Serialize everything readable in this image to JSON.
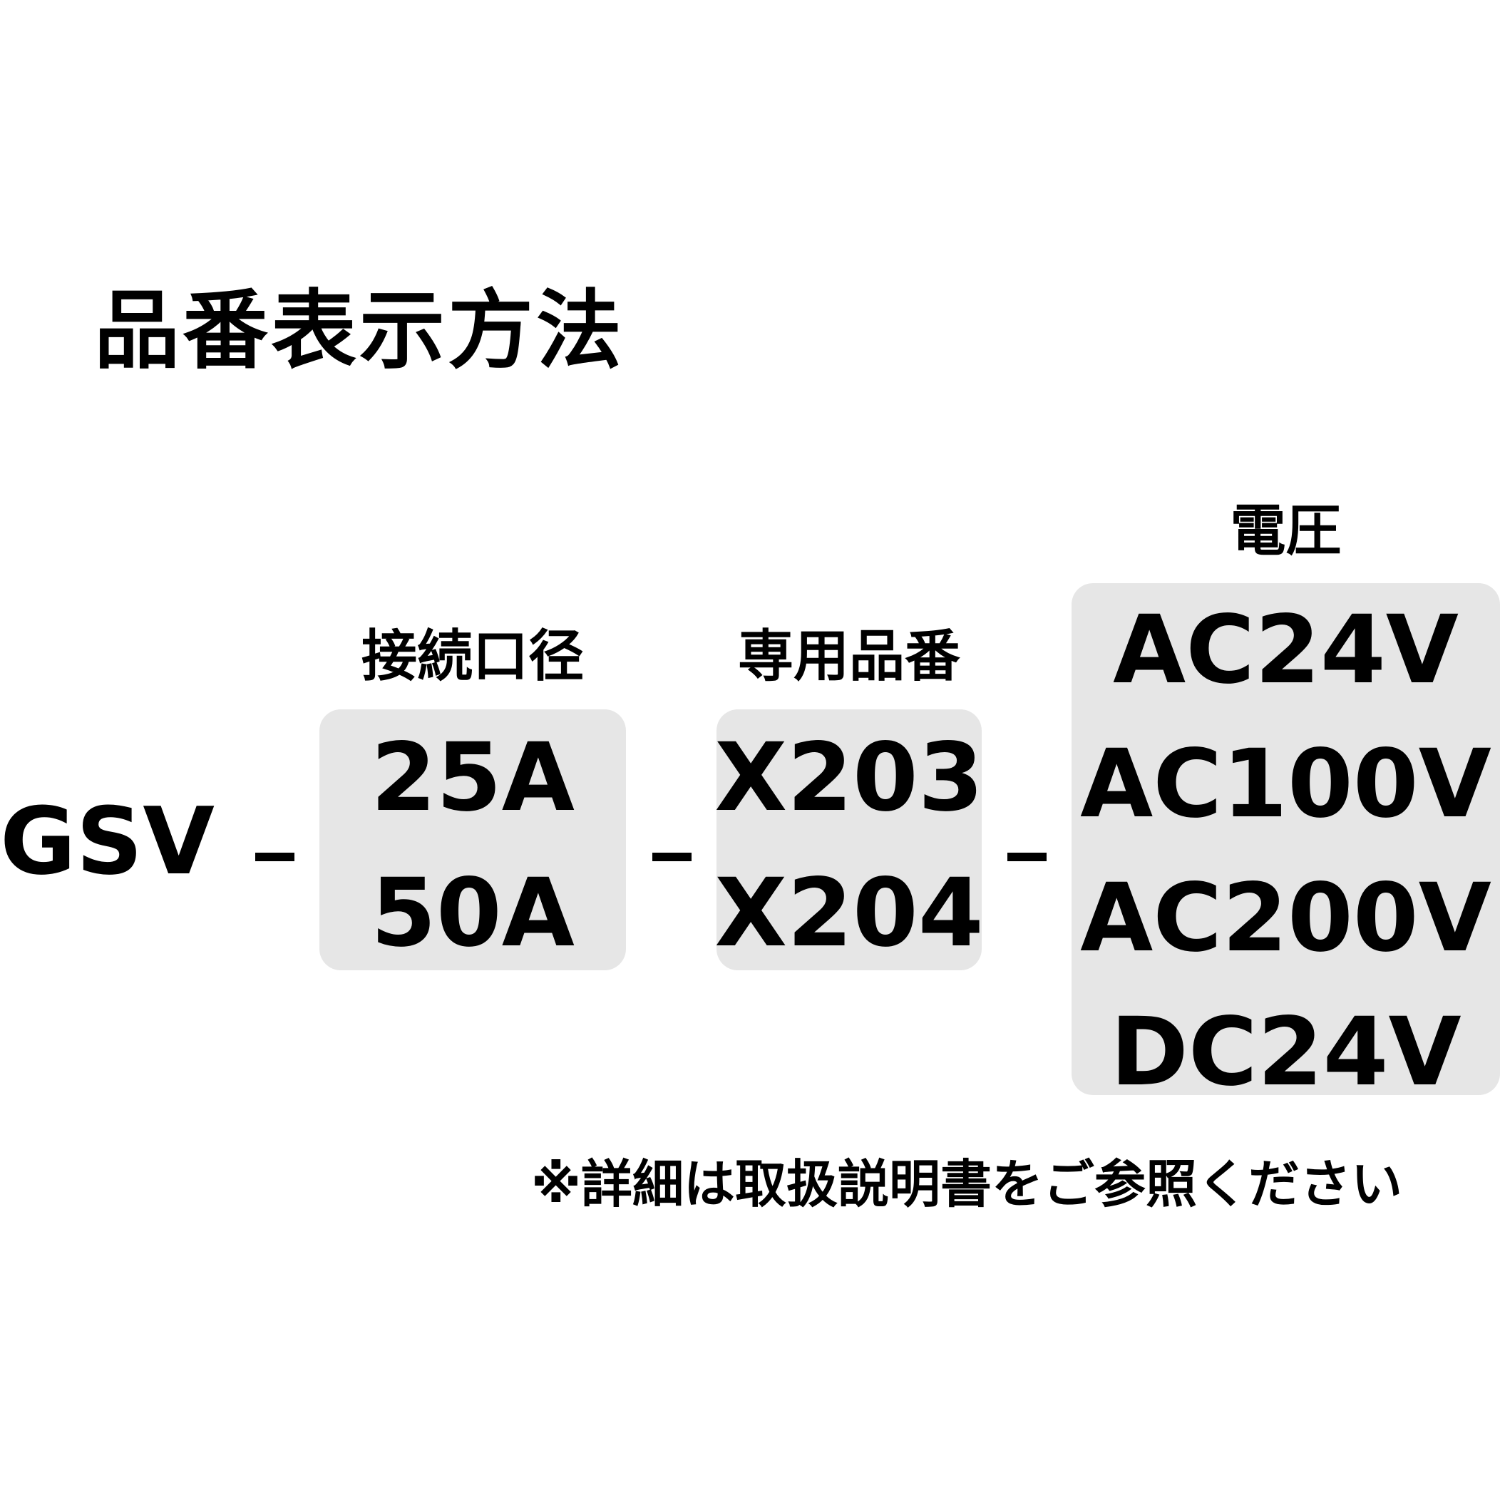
{
  "title": "品番表示方法",
  "prefix": "GSV",
  "separator": "-",
  "groups": [
    {
      "label": "接続口径",
      "options": [
        "25A",
        "50A"
      ]
    },
    {
      "label": "専用品番",
      "options": [
        "X203",
        "X204"
      ]
    },
    {
      "label": "電圧",
      "options": [
        "AC24V",
        "AC100V",
        "AC200V",
        "DC24V"
      ]
    }
  ],
  "note": "※詳細は取扱説明書をご参照ください",
  "colors": {
    "box_background": "#e6e6e6",
    "text": "#000000",
    "background": "#ffffff"
  }
}
